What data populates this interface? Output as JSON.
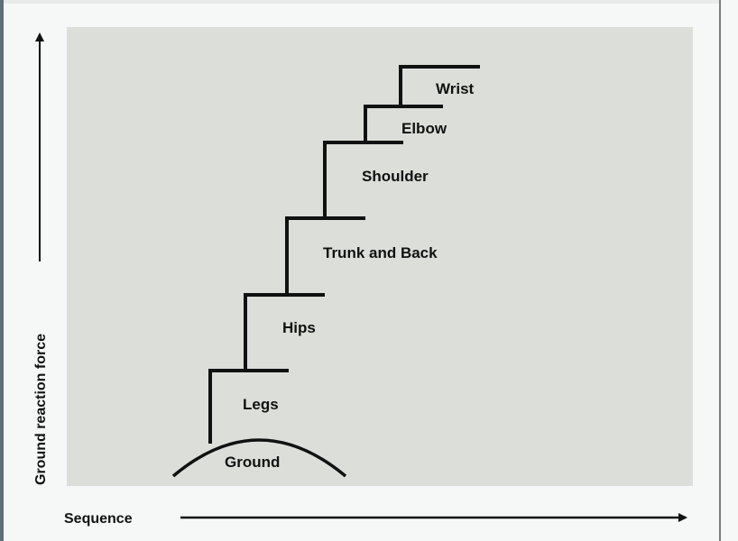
{
  "diagram": {
    "title": "",
    "axes": {
      "y_label": "Ground reaction force",
      "x_label": "Sequence"
    },
    "base": {
      "label": "Ground"
    },
    "steps": [
      {
        "label": "Legs",
        "order": 1
      },
      {
        "label": "Hips",
        "order": 2
      },
      {
        "label": "Trunk and Back",
        "order": 3
      },
      {
        "label": "Shoulder",
        "order": 4
      },
      {
        "label": "Elbow",
        "order": 5
      },
      {
        "label": "Wrist",
        "order": 6
      }
    ],
    "colors": {
      "panel": "#dcdfd9",
      "page": "#f6f7f7",
      "ink": "#111111"
    }
  }
}
